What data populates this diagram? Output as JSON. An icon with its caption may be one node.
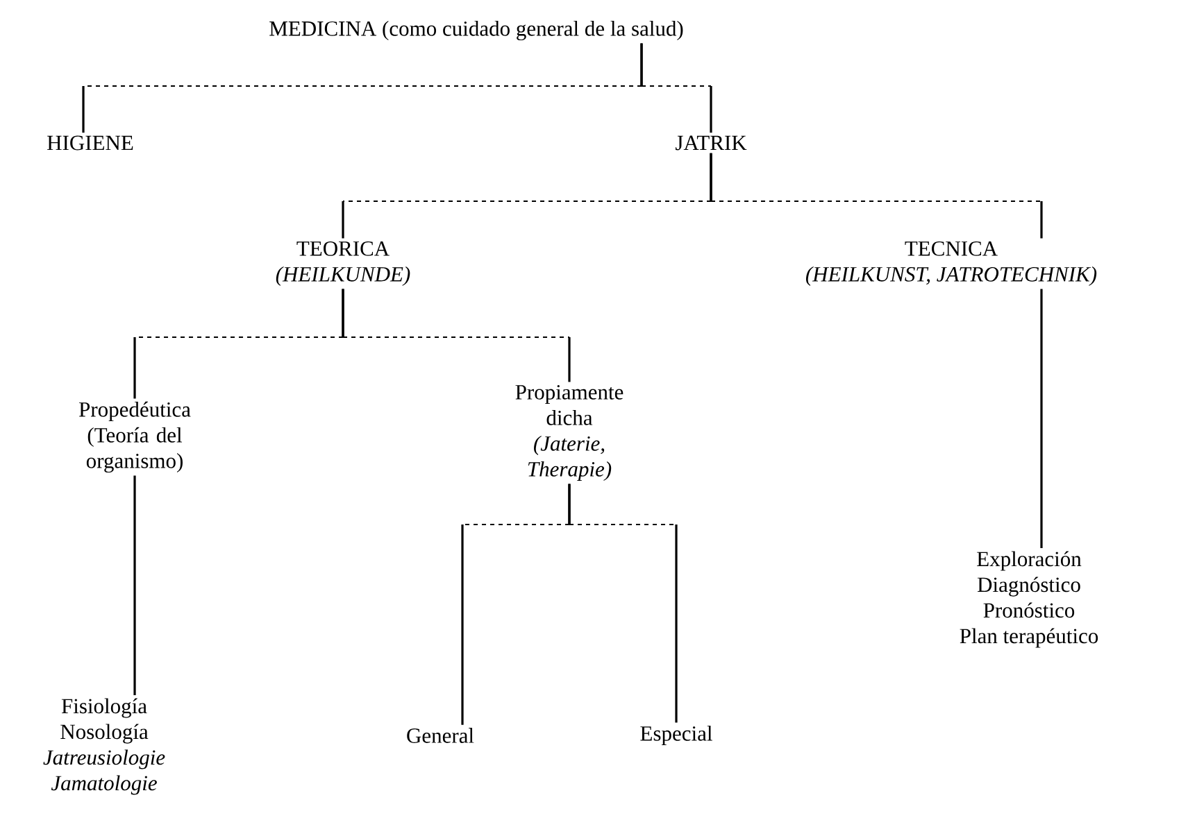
{
  "diagram": {
    "nodes": [
      {
        "text": [
          "MEDICINA (como cuidado general de la salud)"
        ]
      },
      {
        "text": [
          "HIGIENE"
        ]
      },
      {
        "text": [
          "JATRIK"
        ]
      },
      {
        "text": [
          "TEORICA",
          "(HEILKUNDE)"
        ]
      },
      {
        "text": [
          "TECNICA",
          "(HEILKUNST, JATROTECHNIK)"
        ]
      },
      {
        "text": [
          "Propedéutica",
          "(Teoría del organismo)"
        ]
      },
      {
        "text": [
          "Propiamente dicha",
          "(Jaterie, Therapie)"
        ]
      },
      {
        "text": [
          "Fisiología",
          "Nosología",
          "Jatreusiologie",
          "Jamatologie"
        ]
      },
      {
        "text": [
          "Exploración",
          "Diagnóstico",
          "Pronóstico",
          "Plan terapéutico"
        ]
      },
      {
        "text": [
          "General"
        ]
      },
      {
        "text": [
          "Especial"
        ]
      }
    ],
    "edges": [
      {
        "from": 0,
        "to": 1,
        "arrow": "none"
      },
      {
        "from": 0,
        "to": 2,
        "arrow": "none"
      },
      {
        "from": 2,
        "to": 3,
        "arrow": "none"
      },
      {
        "from": 2,
        "to": 4,
        "arrow": "none"
      },
      {
        "from": 3,
        "to": 5,
        "arrow": "none"
      },
      {
        "from": 3,
        "to": 6,
        "arrow": "none"
      },
      {
        "from": 5,
        "to": 7,
        "arrow": "none"
      },
      {
        "from": 4,
        "to": 8,
        "arrow": "none"
      },
      {
        "from": 6,
        "to": 9,
        "arrow": "none"
      },
      {
        "from": 6,
        "to": 10,
        "arrow": "none"
      }
    ]
  }
}
